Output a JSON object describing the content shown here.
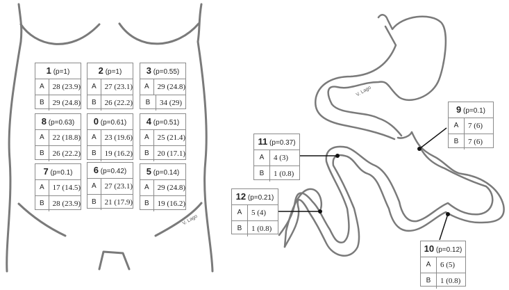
{
  "figure": {
    "left_panel": "abdomen-regions",
    "right_panel": "stomach-and-small-bowel",
    "signature": "V. Lago",
    "row_labels": [
      "A",
      "B"
    ]
  },
  "abdomen_regions": [
    {
      "id": "1",
      "p": "(p=1)",
      "a": "28 (23.9)",
      "b": "29 (24.8)"
    },
    {
      "id": "2",
      "p": "(p=1)",
      "a": "27 (23.1)",
      "b": "26 (22.2)"
    },
    {
      "id": "3",
      "p": "(p=0.55)",
      "a": "29 (24.8)",
      "b": "34 (29)"
    },
    {
      "id": "8",
      "p": "(p=0.63)",
      "a": "22 (18.8)",
      "b": "26 (22.2)"
    },
    {
      "id": "0",
      "p": "(p=0.61)",
      "a": "23 (19.6)",
      "b": "19 (16.2)"
    },
    {
      "id": "4",
      "p": "(p=0.51)",
      "a": "25 (21.4)",
      "b": "20 (17.1)"
    },
    {
      "id": "7",
      "p": "(p=0.1)",
      "a": "17 (14.5)",
      "b": "28 (23.9)"
    },
    {
      "id": "6",
      "p": "(p=0.42)",
      "a": "27 (23.1)",
      "b": "21 (17.9)"
    },
    {
      "id": "5",
      "p": "(p=0.14)",
      "a": "29 (24.8)",
      "b": "19 (16.2)"
    }
  ],
  "bowel_regions": [
    {
      "id": "9",
      "p": "(p=0.1)",
      "a": "7 (6)",
      "b": "7 (6)"
    },
    {
      "id": "11",
      "p": "(p=0.37)",
      "a": "4 (3)",
      "b": "1 (0.8)"
    },
    {
      "id": "12",
      "p": "(p=0.21)",
      "a": "5 (4)",
      "b": "1 (0.8)"
    },
    {
      "id": "10",
      "p": "(p=0.12)",
      "a": "6 (5)",
      "b": "1 (0.8)"
    }
  ],
  "colors": {
    "outline": "#7a7a7a",
    "table_border": "#8a8a8a",
    "text": "#222222",
    "leader": "#111111"
  }
}
